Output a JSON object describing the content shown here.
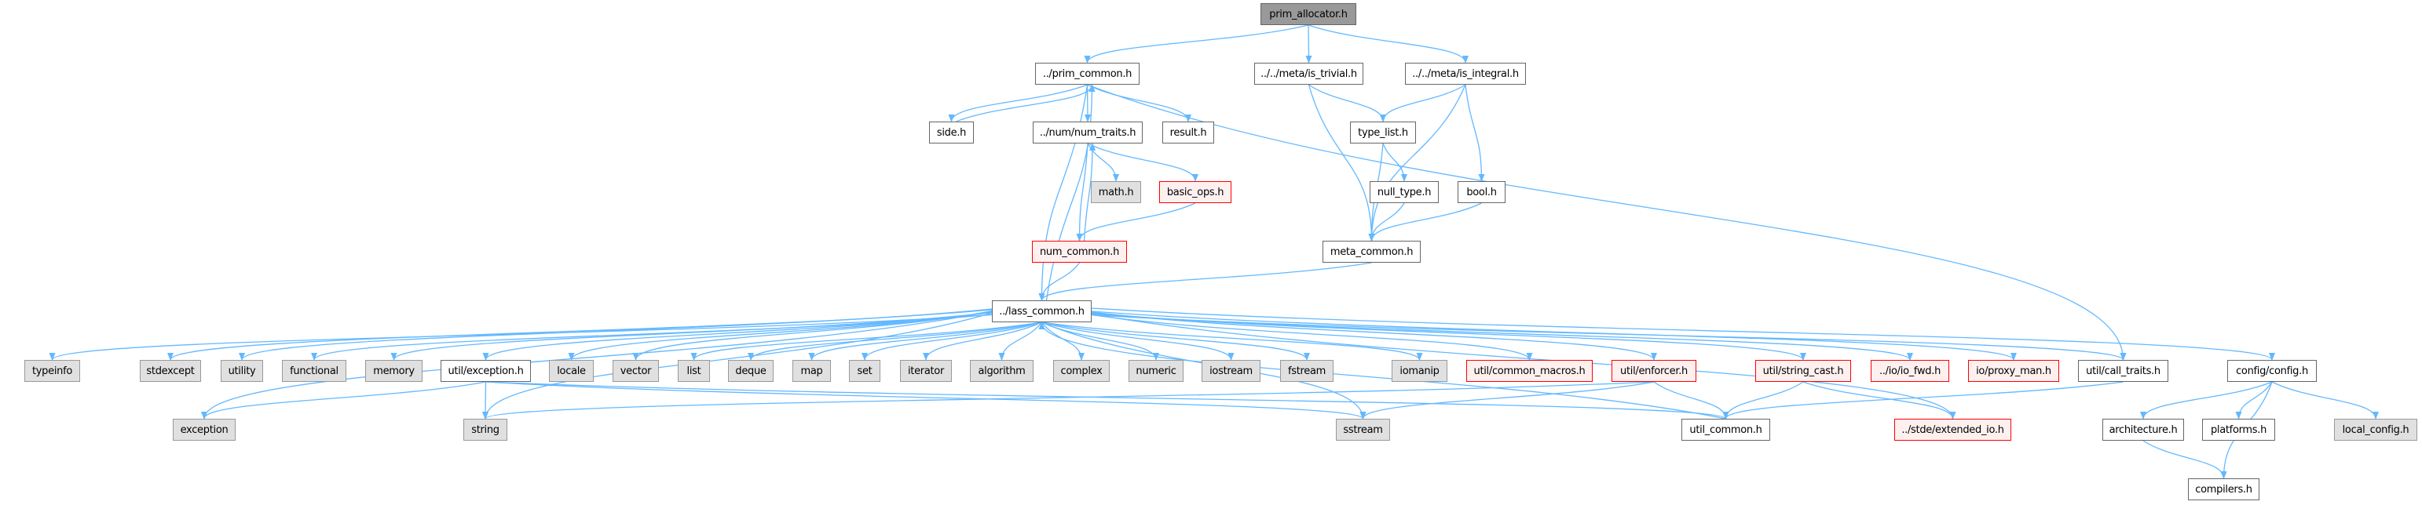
{
  "graph_title": "prim_allocator.h",
  "colors": {
    "edge": "#63b8ff",
    "node_border": "#666666",
    "system_fill": "#e0e0e0",
    "truncated_border": "#ff0000",
    "truncated_fill": "#fff0f0",
    "root_fill": "#999999"
  },
  "nodes": [
    {
      "id": "prim_allocator",
      "label": "prim_allocator.h",
      "kind": "root"
    },
    {
      "id": "prim_common",
      "label": "../prim_common.h",
      "kind": "normal"
    },
    {
      "id": "is_trivial",
      "label": "../../meta/is_trivial.h",
      "kind": "normal"
    },
    {
      "id": "is_integral",
      "label": "../../meta/is_integral.h",
      "kind": "normal"
    },
    {
      "id": "side",
      "label": "side.h",
      "kind": "normal"
    },
    {
      "id": "num_traits",
      "label": "../num/num_traits.h",
      "kind": "normal"
    },
    {
      "id": "result",
      "label": "result.h",
      "kind": "normal"
    },
    {
      "id": "type_list",
      "label": "type_list.h",
      "kind": "normal"
    },
    {
      "id": "math",
      "label": "math.h",
      "kind": "system"
    },
    {
      "id": "basic_ops",
      "label": "basic_ops.h",
      "kind": "truncated"
    },
    {
      "id": "null_type",
      "label": "null_type.h",
      "kind": "normal"
    },
    {
      "id": "bool",
      "label": "bool.h",
      "kind": "normal"
    },
    {
      "id": "num_common",
      "label": "num_common.h",
      "kind": "truncated"
    },
    {
      "id": "meta_common",
      "label": "meta_common.h",
      "kind": "normal"
    },
    {
      "id": "lass_common",
      "label": "../lass_common.h",
      "kind": "normal"
    },
    {
      "id": "typeinfo",
      "label": "typeinfo",
      "kind": "system"
    },
    {
      "id": "stdexcept",
      "label": "stdexcept",
      "kind": "system"
    },
    {
      "id": "utility",
      "label": "utility",
      "kind": "system"
    },
    {
      "id": "functional",
      "label": "functional",
      "kind": "system"
    },
    {
      "id": "memory",
      "label": "memory",
      "kind": "system"
    },
    {
      "id": "util_exception",
      "label": "util/exception.h",
      "kind": "normal"
    },
    {
      "id": "locale",
      "label": "locale",
      "kind": "system"
    },
    {
      "id": "vector",
      "label": "vector",
      "kind": "system"
    },
    {
      "id": "list",
      "label": "list",
      "kind": "system"
    },
    {
      "id": "deque",
      "label": "deque",
      "kind": "system"
    },
    {
      "id": "map",
      "label": "map",
      "kind": "system"
    },
    {
      "id": "set",
      "label": "set",
      "kind": "system"
    },
    {
      "id": "iterator",
      "label": "iterator",
      "kind": "system"
    },
    {
      "id": "algorithm",
      "label": "algorithm",
      "kind": "system"
    },
    {
      "id": "complex",
      "label": "complex",
      "kind": "system"
    },
    {
      "id": "numeric",
      "label": "numeric",
      "kind": "system"
    },
    {
      "id": "iostream",
      "label": "iostream",
      "kind": "system"
    },
    {
      "id": "fstream",
      "label": "fstream",
      "kind": "system"
    },
    {
      "id": "iomanip",
      "label": "iomanip",
      "kind": "system"
    },
    {
      "id": "common_macros",
      "label": "util/common_macros.h",
      "kind": "truncated"
    },
    {
      "id": "enforcer",
      "label": "util/enforcer.h",
      "kind": "truncated"
    },
    {
      "id": "string_cast",
      "label": "util/string_cast.h",
      "kind": "truncated"
    },
    {
      "id": "io_fwd",
      "label": "../io/io_fwd.h",
      "kind": "truncated"
    },
    {
      "id": "proxy_man",
      "label": "io/proxy_man.h",
      "kind": "truncated"
    },
    {
      "id": "call_traits",
      "label": "util/call_traits.h",
      "kind": "normal"
    },
    {
      "id": "config",
      "label": "config/config.h",
      "kind": "normal"
    },
    {
      "id": "exception",
      "label": "exception",
      "kind": "system"
    },
    {
      "id": "string",
      "label": "string",
      "kind": "system"
    },
    {
      "id": "sstream",
      "label": "sstream",
      "kind": "system"
    },
    {
      "id": "util_common",
      "label": "util_common.h",
      "kind": "normal"
    },
    {
      "id": "extended_io",
      "label": "../stde/extended_io.h",
      "kind": "truncated"
    },
    {
      "id": "architecture",
      "label": "architecture.h",
      "kind": "normal"
    },
    {
      "id": "platforms",
      "label": "platforms.h",
      "kind": "normal"
    },
    {
      "id": "local_config",
      "label": "local_config.h",
      "kind": "system"
    },
    {
      "id": "compilers",
      "label": "compilers.h",
      "kind": "normal"
    }
  ],
  "edges": [
    [
      "prim_allocator",
      "prim_common"
    ],
    [
      "prim_allocator",
      "is_trivial"
    ],
    [
      "prim_allocator",
      "is_integral"
    ],
    [
      "prim_common",
      "side"
    ],
    [
      "side",
      "prim_common"
    ],
    [
      "prim_common",
      "num_traits"
    ],
    [
      "prim_common",
      "result"
    ],
    [
      "prim_common",
      "lass_common"
    ],
    [
      "prim_common",
      "call_traits"
    ],
    [
      "num_traits",
      "math"
    ],
    [
      "num_traits",
      "basic_ops"
    ],
    [
      "num_traits",
      "num_common"
    ],
    [
      "num_common",
      "num_traits"
    ],
    [
      "basic_ops",
      "num_common"
    ],
    [
      "num_common",
      "lass_common"
    ],
    [
      "lass_common",
      "prim_common"
    ],
    [
      "is_trivial",
      "type_list"
    ],
    [
      "is_trivial",
      "meta_common"
    ],
    [
      "is_integral",
      "type_list"
    ],
    [
      "is_integral",
      "bool"
    ],
    [
      "is_integral",
      "meta_common"
    ],
    [
      "type_list",
      "null_type"
    ],
    [
      "type_list",
      "meta_common"
    ],
    [
      "null_type",
      "meta_common"
    ],
    [
      "bool",
      "meta_common"
    ],
    [
      "meta_common",
      "lass_common"
    ],
    [
      "lass_common",
      "typeinfo"
    ],
    [
      "lass_common",
      "stdexcept"
    ],
    [
      "lass_common",
      "utility"
    ],
    [
      "lass_common",
      "functional"
    ],
    [
      "lass_common",
      "memory"
    ],
    [
      "lass_common",
      "util_exception"
    ],
    [
      "lass_common",
      "locale"
    ],
    [
      "lass_common",
      "vector"
    ],
    [
      "lass_common",
      "list"
    ],
    [
      "lass_common",
      "deque"
    ],
    [
      "lass_common",
      "map"
    ],
    [
      "lass_common",
      "set"
    ],
    [
      "lass_common",
      "iterator"
    ],
    [
      "lass_common",
      "algorithm"
    ],
    [
      "lass_common",
      "complex"
    ],
    [
      "lass_common",
      "numeric"
    ],
    [
      "lass_common",
      "iostream"
    ],
    [
      "lass_common",
      "fstream"
    ],
    [
      "lass_common",
      "iomanip"
    ],
    [
      "lass_common",
      "common_macros"
    ],
    [
      "lass_common",
      "enforcer"
    ],
    [
      "lass_common",
      "string_cast"
    ],
    [
      "lass_common",
      "io_fwd"
    ],
    [
      "lass_common",
      "proxy_man"
    ],
    [
      "lass_common",
      "call_traits"
    ],
    [
      "lass_common",
      "config"
    ],
    [
      "lass_common",
      "exception"
    ],
    [
      "lass_common",
      "string"
    ],
    [
      "lass_common",
      "sstream"
    ],
    [
      "lass_common",
      "extended_io"
    ],
    [
      "util_common",
      "lass_common"
    ],
    [
      "util_exception",
      "exception"
    ],
    [
      "util_exception",
      "string"
    ],
    [
      "util_exception",
      "sstream"
    ],
    [
      "util_exception",
      "util_common"
    ],
    [
      "enforcer",
      "string"
    ],
    [
      "enforcer",
      "sstream"
    ],
    [
      "enforcer",
      "util_common"
    ],
    [
      "string_cast",
      "util_common"
    ],
    [
      "string_cast",
      "extended_io"
    ],
    [
      "call_traits",
      "util_common"
    ],
    [
      "config",
      "architecture"
    ],
    [
      "config",
      "platforms"
    ],
    [
      "config",
      "compilers"
    ],
    [
      "config",
      "local_config"
    ],
    [
      "architecture",
      "compilers"
    ]
  ]
}
